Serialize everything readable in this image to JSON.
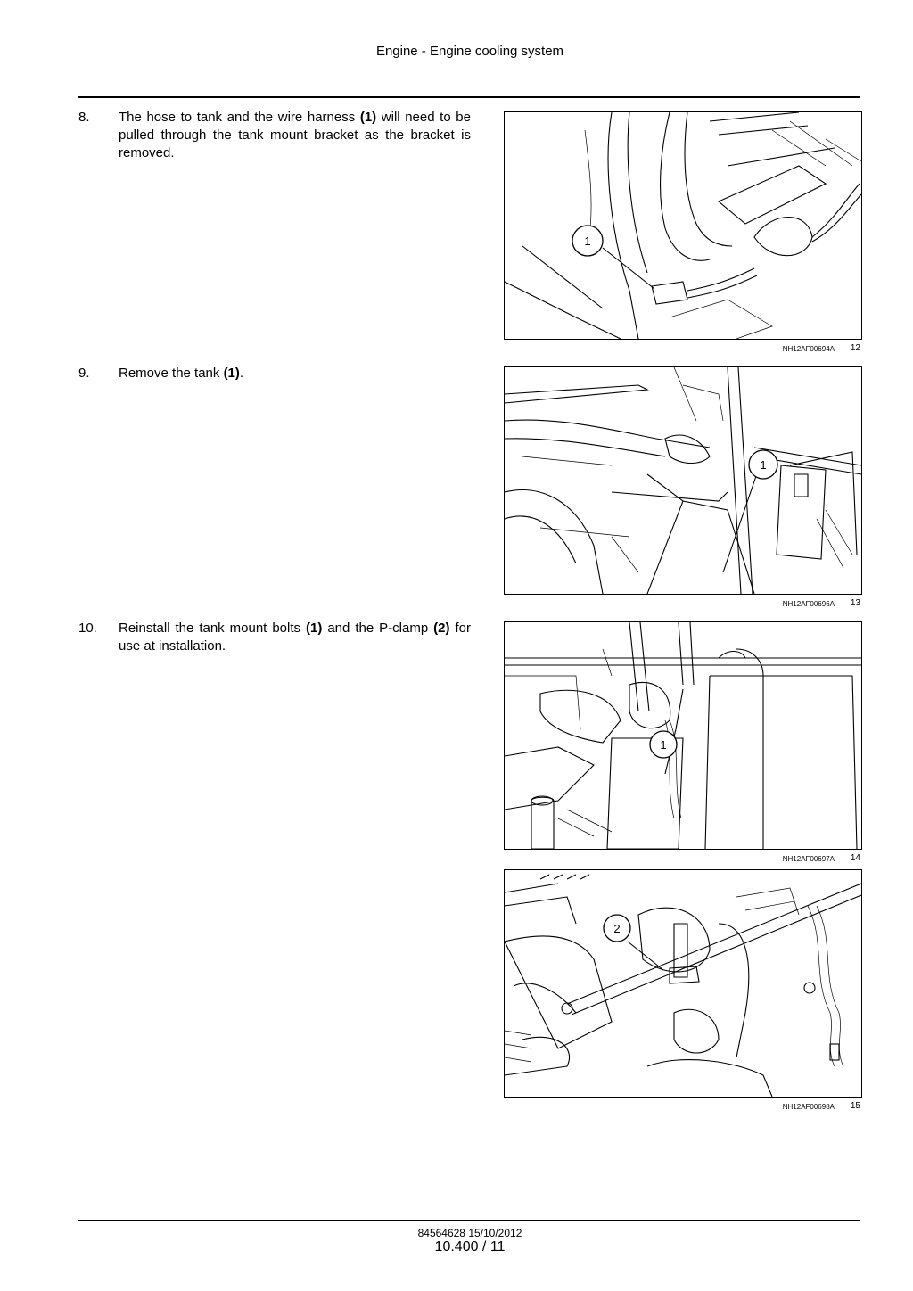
{
  "header": {
    "title": "Engine - Engine cooling system"
  },
  "steps": [
    {
      "number": "8.",
      "parts": [
        {
          "t": "The hose to tank and the wire harness ",
          "b": false
        },
        {
          "t": "(1)",
          "b": true
        },
        {
          "t": " will need to be pulled through the tank mount bracket as the bracket is removed.",
          "b": false
        }
      ]
    },
    {
      "number": "9.",
      "parts": [
        {
          "t": "Remove the tank ",
          "b": false
        },
        {
          "t": "(1)",
          "b": true
        },
        {
          "t": ".",
          "b": false
        }
      ]
    },
    {
      "number": "10.",
      "parts": [
        {
          "t": "Reinstall the tank mount bolts ",
          "b": false
        },
        {
          "t": "(1)",
          "b": true
        },
        {
          "t": " and the P-clamp ",
          "b": false
        },
        {
          "t": "(2)",
          "b": true
        },
        {
          "t": " for use at installation.",
          "b": false
        }
      ]
    }
  ],
  "figures": [
    {
      "code": "NH12AF00694A",
      "number": "12",
      "callout": "1"
    },
    {
      "code": "NH12AF00696A",
      "number": "13",
      "callout": "1"
    },
    {
      "code": "NH12AF00697A",
      "number": "14",
      "callout": "1"
    },
    {
      "code": "NH12AF00698A",
      "number": "15",
      "callout": "2"
    }
  ],
  "footer": {
    "doc_code": "84564628 15/10/2012",
    "page": "10.400 / 11"
  }
}
